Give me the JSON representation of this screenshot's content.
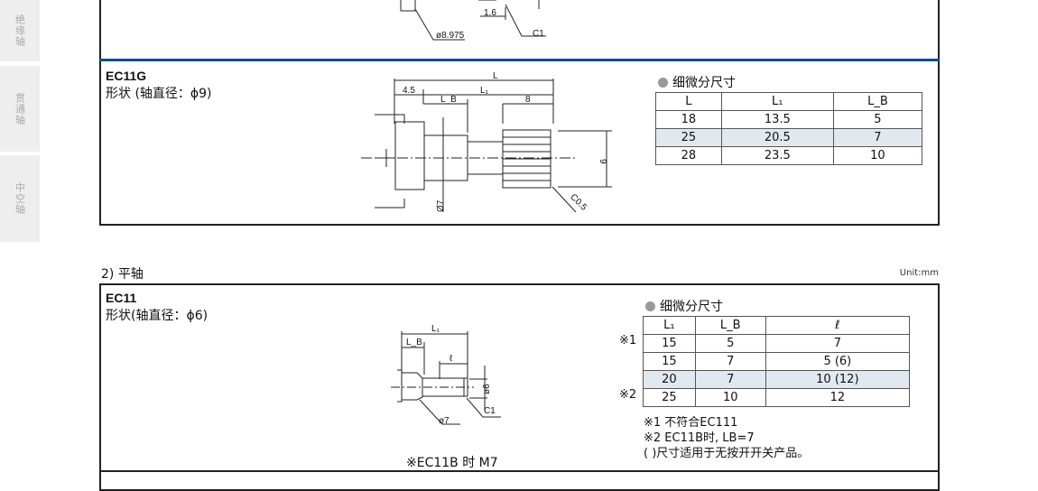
{
  "sidebar": {
    "tabs": [
      "绝缘轴",
      "贯通轴",
      "中空轴"
    ]
  },
  "top_drawing": {
    "labels": [
      "1.6",
      "ø8.975",
      "C1"
    ]
  },
  "ec11g": {
    "model": "EC11G",
    "shape": "形状 (轴直径：ϕ9)",
    "table_title": "细微分尺寸",
    "headers": [
      "L",
      "L₁",
      "L_B"
    ],
    "rows": [
      [
        "18",
        "13.5",
        "5"
      ],
      [
        "25",
        "20.5",
        "7"
      ],
      [
        "28",
        "23.5",
        "10"
      ]
    ],
    "drawing": {
      "L": "L",
      "d45": "4.5",
      "L1": "L₁",
      "LB": "L_B",
      "d8": "8",
      "d9": "9",
      "d7": "Ø7",
      "c05": "C0.5"
    }
  },
  "section2": {
    "title": "2) 平轴",
    "unit": "Unit:mm"
  },
  "ec11": {
    "model": "EC11",
    "shape": "形状(轴直径：ϕ6)",
    "table_title": "细微分尺寸",
    "headers": [
      "L₁",
      "L_B",
      "ℓ"
    ],
    "rows": [
      [
        "15",
        "5",
        "7"
      ],
      [
        "15",
        "7",
        "5 (6)"
      ],
      [
        "20",
        "7",
        "10 (12)"
      ],
      [
        "25",
        "10",
        "12"
      ]
    ],
    "marks": [
      "※1",
      "※2"
    ],
    "notes": [
      "※1 不符合EC111",
      "※2 EC11B时, LB=7",
      "( )尺寸适用于无按开开关产品。"
    ],
    "caption": "※EC11B 时 M7",
    "drawing": {
      "L1": "L₁",
      "LB": "L_B",
      "l": "ℓ",
      "d6": "ø6",
      "d7": "ø7",
      "c1": "C1"
    }
  }
}
